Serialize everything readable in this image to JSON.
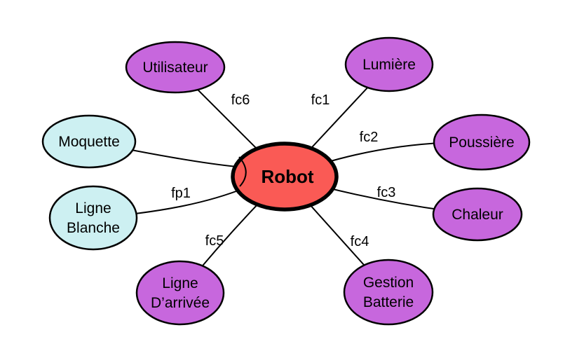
{
  "diagram": {
    "type": "mindmap",
    "background": "#ffffff",
    "palette": {
      "center_fill": "#FA5A55",
      "feature_fill": "#C767DD",
      "surface_fill": "#CDF0F2",
      "line_color": "#000000"
    },
    "center": {
      "label": "Robot",
      "fill": "#FA5A55"
    },
    "nodes": [
      {
        "id": "utilisateur",
        "lines": [
          "Utilisateur"
        ],
        "fill": "#C767DD"
      },
      {
        "id": "lumiere",
        "lines": [
          "Lumière"
        ],
        "fill": "#C767DD"
      },
      {
        "id": "poussiere",
        "lines": [
          "Poussière"
        ],
        "fill": "#C767DD"
      },
      {
        "id": "chaleur",
        "lines": [
          "Chaleur"
        ],
        "fill": "#C767DD"
      },
      {
        "id": "gestion-batterie",
        "lines": [
          "Gestion",
          "Batterie"
        ],
        "fill": "#C767DD"
      },
      {
        "id": "ligne-darrivee",
        "lines": [
          "Ligne",
          "D’arrivée"
        ],
        "fill": "#C767DD"
      },
      {
        "id": "moquette",
        "lines": [
          "Moquette"
        ],
        "fill": "#CDF0F2"
      },
      {
        "id": "ligne-blanche",
        "lines": [
          "Ligne",
          "Blanche"
        ],
        "fill": "#CDF0F2"
      }
    ],
    "edges": [
      {
        "label": "fc1",
        "from": "Robot",
        "to": "Lumière"
      },
      {
        "label": "fc2",
        "from": "Robot",
        "to": "Poussière"
      },
      {
        "label": "fc3",
        "from": "Robot",
        "to": "Chaleur"
      },
      {
        "label": "fc4",
        "from": "Robot",
        "to": "Gestion Batterie"
      },
      {
        "label": "fc5",
        "from": "Robot",
        "to": "Ligne D’arrivée"
      },
      {
        "label": "fc6",
        "from": "Robot",
        "to": "Utilisateur"
      },
      {
        "label": "fp1",
        "from": "Robot",
        "to": "Ligne Blanche"
      },
      {
        "label": "",
        "from": "Robot",
        "to": "Moquette"
      }
    ]
  }
}
